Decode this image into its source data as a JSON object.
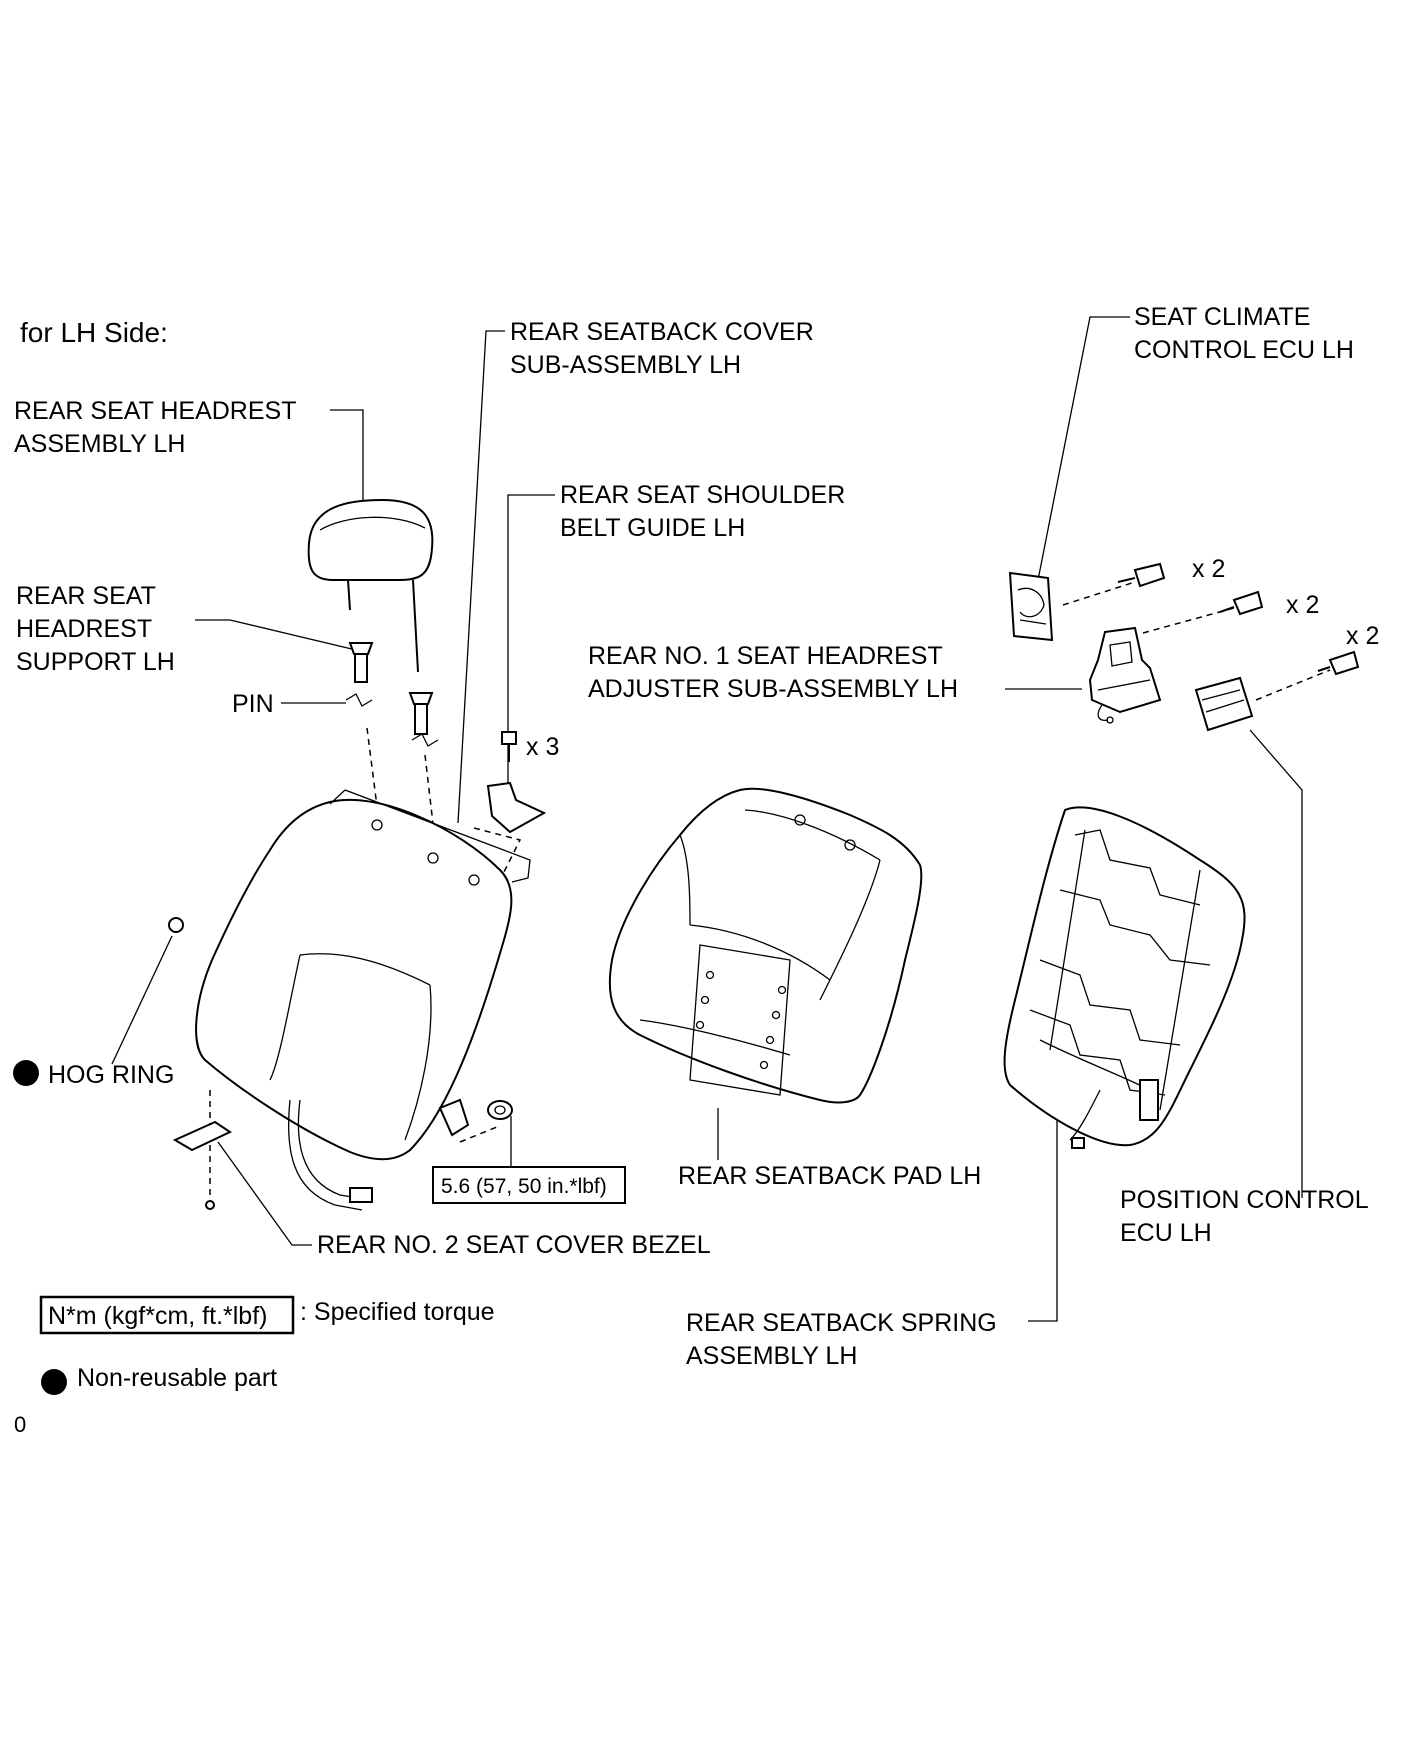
{
  "section_heading": "for LH Side:",
  "labels": {
    "seatback_cover": [
      "REAR SEATBACK COVER",
      "SUB-ASSEMBLY LH"
    ],
    "headrest_assembly": [
      "REAR SEAT HEADREST",
      "ASSEMBLY LH"
    ],
    "shoulder_belt_guide": [
      "REAR SEAT SHOULDER",
      "BELT GUIDE LH"
    ],
    "headrest_support": [
      "REAR SEAT",
      "HEADREST",
      "SUPPORT LH"
    ],
    "pin": "PIN",
    "hog_ring": "HOG RING",
    "seat_climate_ecu": [
      "SEAT CLIMATE",
      "CONTROL ECU LH"
    ],
    "headrest_adjuster": [
      "REAR NO. 1 SEAT HEADREST",
      "ADJUSTER SUB-ASSEMBLY LH"
    ],
    "seatback_pad": "REAR SEATBACK PAD LH",
    "position_control_ecu": [
      "POSITION CONTROL",
      "ECU LH"
    ],
    "seat_cover_bezel": "REAR NO. 2 SEAT COVER BEZEL",
    "seatback_spring": [
      "REAR SEATBACK SPRING",
      "ASSEMBLY LH"
    ]
  },
  "quantities": {
    "belt_guide_bolts": "x 3",
    "climate_ecu_bolts": "x 2",
    "adjuster_bolts": "x 2",
    "position_ecu_bolts": "x 2"
  },
  "torque_spec": "5.6 (57, 50 in.*lbf)",
  "legend": {
    "torque_box": "N*m (kgf*cm, ft.*lbf)",
    "torque_text": ": Specified torque",
    "nonreusable_text": "Non-reusable part"
  },
  "figure_code": "0"
}
